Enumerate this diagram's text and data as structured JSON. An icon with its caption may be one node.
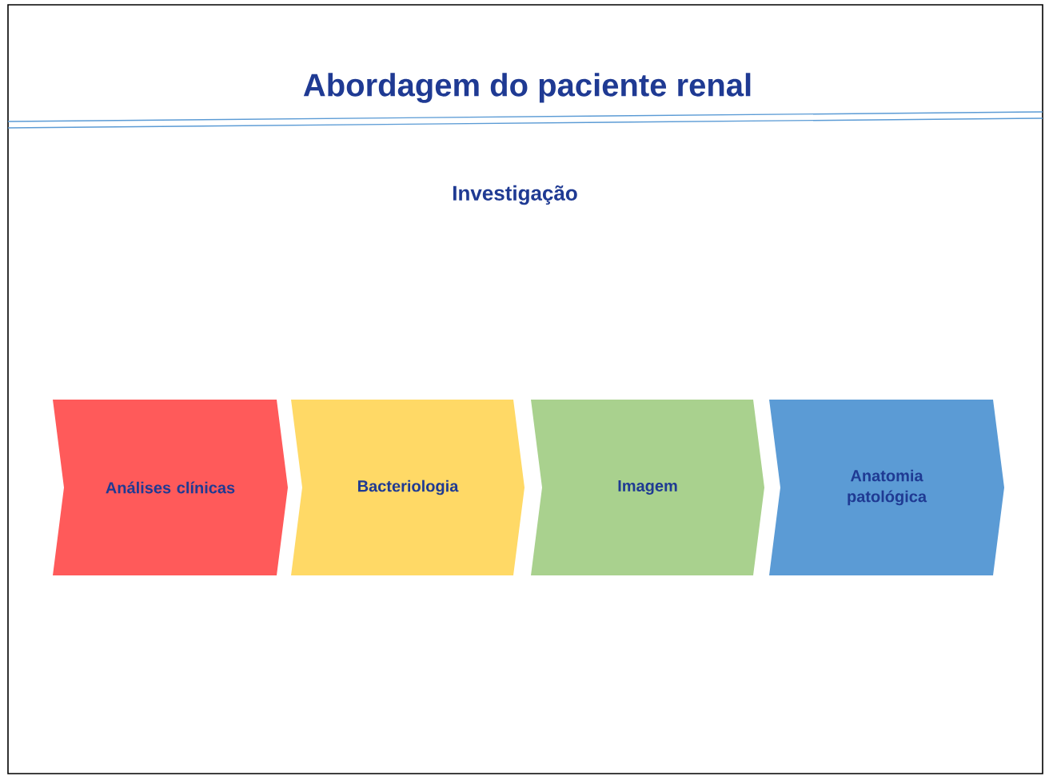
{
  "diagram": {
    "title": "Abordagem do paciente renal",
    "nodes": [
      {
        "text": [
          "Análises clínicas"
        ]
      },
      {
        "text": [
          "Bacteriologia"
        ]
      },
      {
        "text": [
          "Imagem"
        ]
      },
      {
        "text": [
          "Anatomia patológica"
        ]
      }
    ],
    "labels": [
      "Investigação"
    ]
  }
}
